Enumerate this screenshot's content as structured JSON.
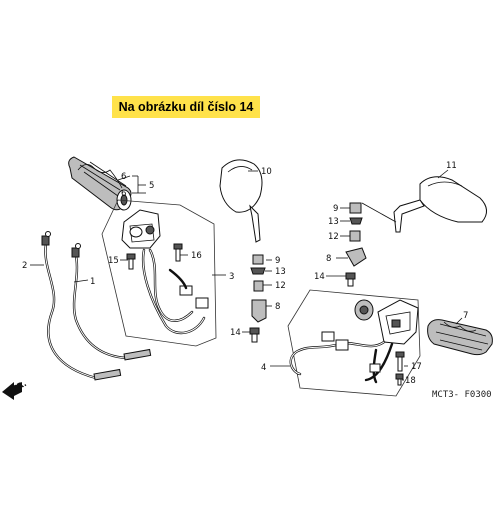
{
  "banner": {
    "text": "Na obrázku díl číslo 14",
    "background": "#ffe24a"
  },
  "diagram_code": "MCT3- F0300",
  "direction_label": "FR.",
  "callouts": {
    "n1": "1",
    "n2": "2",
    "n3": "3",
    "n4": "4",
    "n5": "5",
    "n6": "6",
    "n7": "7",
    "n8a": "8",
    "n8b": "8",
    "n8c": "8",
    "n9a": "9",
    "n9b": "9",
    "n10": "10",
    "n11": "11",
    "n12a": "12",
    "n12b": "12",
    "n13a": "13",
    "n13b": "13",
    "n14a": "14",
    "n14b": "14",
    "n15": "15",
    "n16": "16",
    "n17": "17",
    "n18": "18"
  }
}
